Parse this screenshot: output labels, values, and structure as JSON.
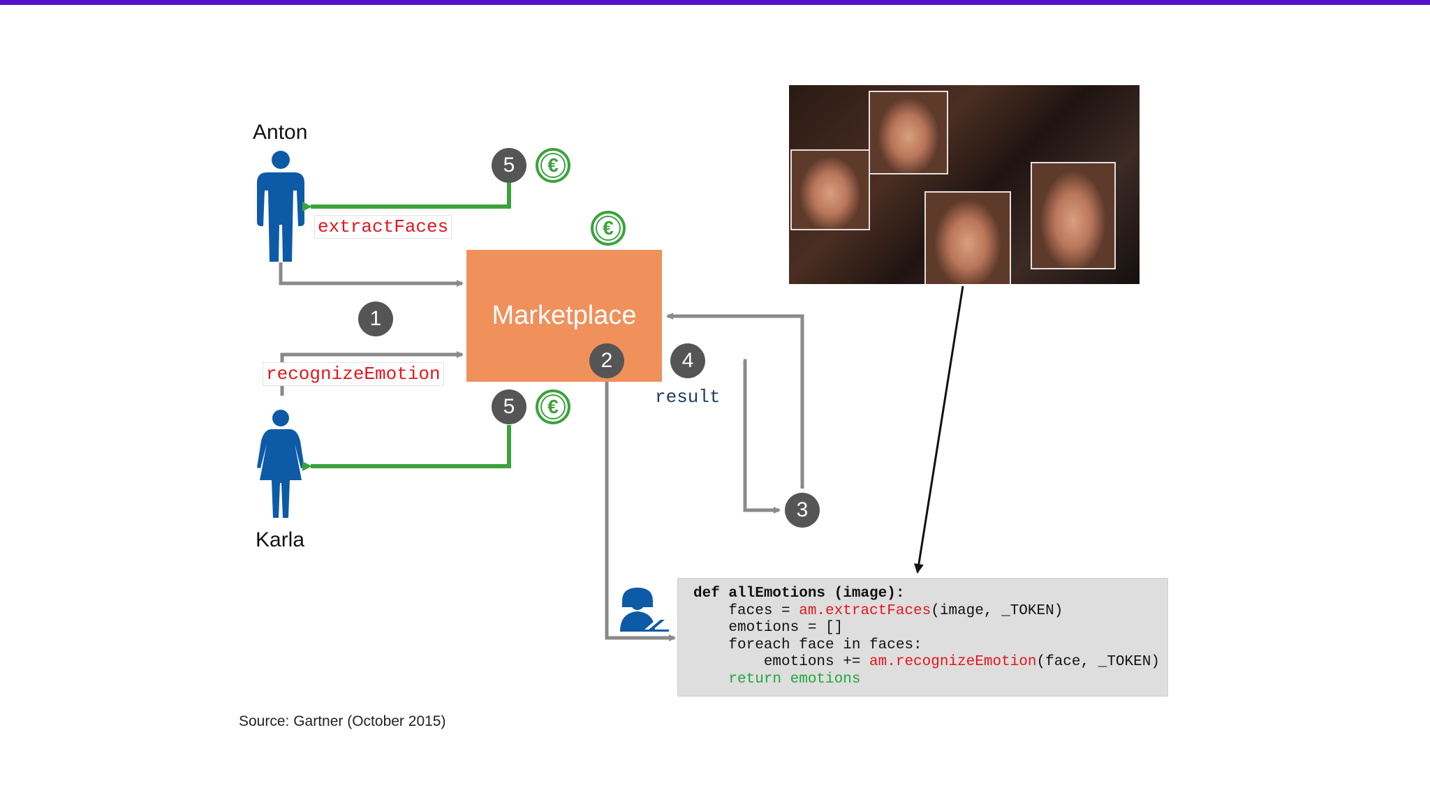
{
  "people": {
    "anton": "Anton",
    "karla": "Karla"
  },
  "methods": {
    "extract": "extractFaces",
    "recognize": "recognizeEmotion",
    "result": "result"
  },
  "marketplace_label": "Marketplace",
  "steps": {
    "s1": "1",
    "s2": "2",
    "s3": "3",
    "s4": "4",
    "s5a": "5",
    "s5b": "5"
  },
  "euro_symbol": "€",
  "code": {
    "line1": "def allEmotions (image):",
    "line2_pre": "    faces = ",
    "line2_call": "am.extractFaces",
    "line2_post": "(image, _TOKEN)",
    "line3": "    emotions = []",
    "line4": "    foreach face in faces:",
    "line5_pre": "        emotions += ",
    "line5_call": "am.recognizeEmotion",
    "line5_post": "(face, _TOKEN)",
    "line6": "    return emotions"
  },
  "source": "Source: Gartner (October 2015)",
  "colors": {
    "accent_bar": "#5512c8",
    "marketplace": "#f0905b",
    "payment_green": "#3ca23c",
    "flow_gray": "#8a8a8a",
    "person_blue": "#0d5aa7",
    "method_red": "#e3161d"
  },
  "icons": [
    "male-user-icon",
    "female-user-icon",
    "developer-icon",
    "euro-coin-icon"
  ]
}
